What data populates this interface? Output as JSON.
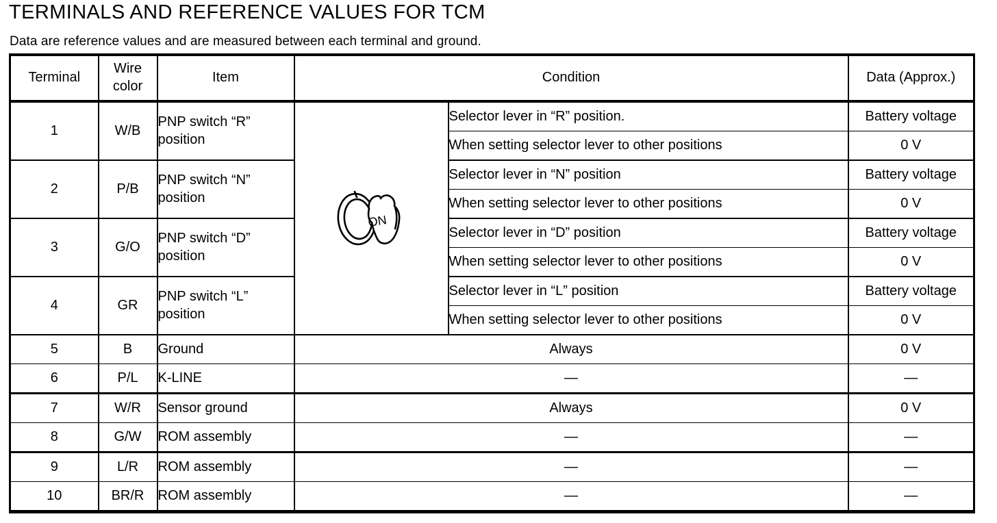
{
  "page": {
    "title": "TERMINALS AND REFERENCE VALUES FOR TCM",
    "subtitle": "Data are reference values and are measured between each terminal and ground."
  },
  "table": {
    "headers": {
      "terminal": "Terminal",
      "wire_color": "Wire color",
      "item": "Item",
      "condition": "Condition",
      "data": "Data (Approx.)"
    },
    "key_icon": {
      "name": "ignition-key-on-icon",
      "label": "ON"
    },
    "rows": [
      {
        "terminal": "1",
        "wire": "W/B",
        "item": "PNP switch “R” position",
        "conditions": [
          {
            "text": "Selector lever in “R” position.",
            "data": "Battery voltage"
          },
          {
            "text": "When setting selector lever to other positions",
            "data": "0 V"
          }
        ]
      },
      {
        "terminal": "2",
        "wire": "P/B",
        "item": "PNP switch “N” position",
        "conditions": [
          {
            "text": "Selector lever in “N” position",
            "data": "Battery voltage"
          },
          {
            "text": "When setting selector lever to other positions",
            "data": "0 V"
          }
        ]
      },
      {
        "terminal": "3",
        "wire": "G/O",
        "item": "PNP switch “D” position",
        "conditions": [
          {
            "text": "Selector lever in “D” position",
            "data": "Battery voltage"
          },
          {
            "text": "When setting selector lever to other positions",
            "data": "0 V"
          }
        ]
      },
      {
        "terminal": "4",
        "wire": "GR",
        "item": "PNP switch “L” position",
        "conditions": [
          {
            "text": "Selector lever in “L” position",
            "data": "Battery voltage"
          },
          {
            "text": "When setting selector lever to other positions",
            "data": "0 V"
          }
        ]
      },
      {
        "terminal": "5",
        "wire": "B",
        "item": "Ground",
        "condition": "Always",
        "data": "0 V"
      },
      {
        "terminal": "6",
        "wire": "P/L",
        "item": "K-LINE",
        "condition": "—",
        "data": "—"
      },
      {
        "terminal": "7",
        "wire": "W/R",
        "item": "Sensor ground",
        "condition": "Always",
        "data": "0 V"
      },
      {
        "terminal": "8",
        "wire": "G/W",
        "item": "ROM assembly",
        "condition": "—",
        "data": "—"
      },
      {
        "terminal": "9",
        "wire": "L/R",
        "item": "ROM assembly",
        "condition": "—",
        "data": "—"
      },
      {
        "terminal": "10",
        "wire": "BR/R",
        "item": "ROM assembly",
        "condition": "—",
        "data": "—"
      }
    ]
  }
}
